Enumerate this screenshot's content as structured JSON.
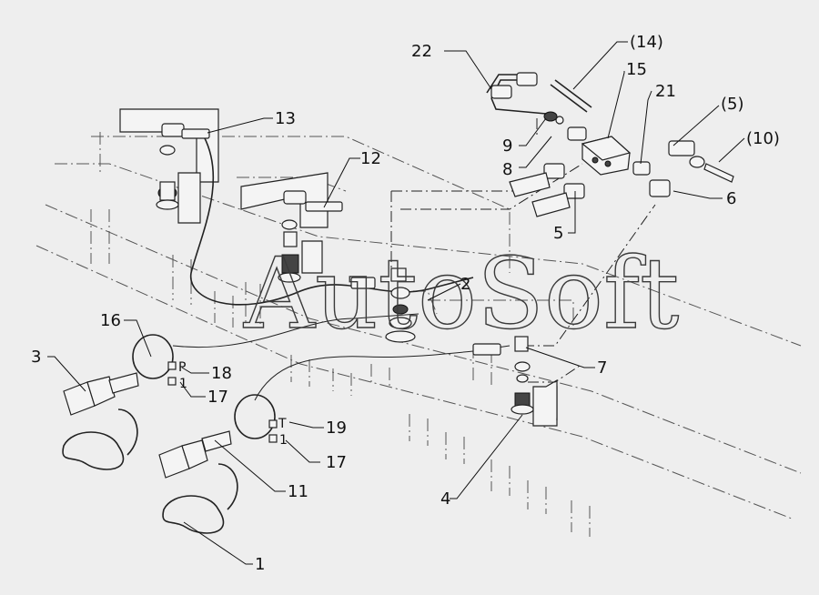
{
  "watermark": "AutoSoft",
  "callouts": [
    "22",
    "(14)",
    "15",
    "21",
    "(5)",
    "(10)",
    "9",
    "8",
    "6",
    "5",
    "13",
    "12",
    "2",
    "16",
    "3",
    "18",
    "17",
    "7",
    "19",
    "17",
    "11",
    "4",
    "1"
  ],
  "tags": [
    "P",
    "1",
    "T",
    "1"
  ]
}
